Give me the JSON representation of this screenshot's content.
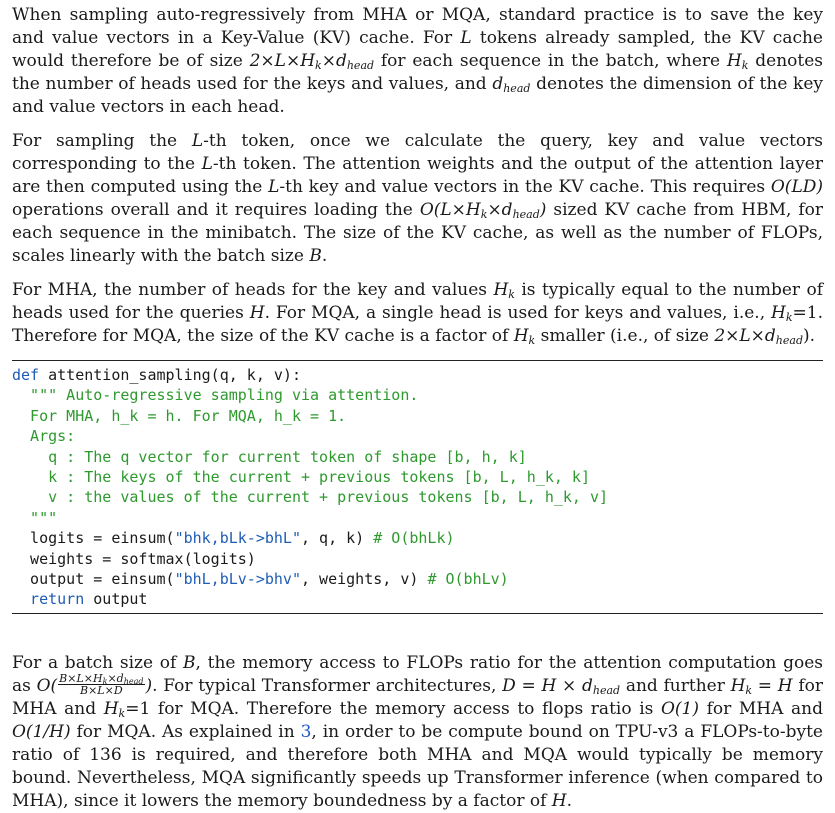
{
  "paragraphs": {
    "p1": {
      "a": "When sampling auto-regressively from MHA or MQA, standard practice is to save the key and value vectors in a Key-Value (KV) cache. For ",
      "L": "L",
      "b": " tokens already sampled, the KV cache would therefore be of size ",
      "size": "2×L×H",
      "size_sub1": "k",
      "size_x": "×d",
      "size_sub2": "head",
      "c": " for each sequence in the batch, where ",
      "Hk": "H",
      "Hk_sub": "k",
      "d": " denotes the number of heads used for the keys and values, and ",
      "dh": "d",
      "dh_sub": "head",
      "e": " denotes the dimension of the key and value vectors in each head."
    },
    "p2": {
      "a": "For sampling the ",
      "L1": "L",
      "b": "-th token, once we calculate the query, key and value vectors corresponding to the ",
      "L2": "L",
      "c": "-th token. The attention weights and the output of the attention layer are then computed using the ",
      "L3": "L",
      "d": "-th key and value vectors in the KV cache. This requires ",
      "ops": "O(LD)",
      "e": " operations overall and it requires loading the ",
      "cache": "O(L×H",
      "cache_sub1": "k",
      "cache_x": "×d",
      "cache_sub2": "head",
      "cache_close": ")",
      "f": " sized KV cache from HBM, for each sequence in the minibatch. The size of the KV cache, as well as the number of FLOPs, scales linearly with the batch size ",
      "B": "B",
      "g": "."
    },
    "p3": {
      "a": "For MHA, the number of heads for the key and values ",
      "Hk": "H",
      "Hk_sub": "k",
      "b": " is typically equal to the number of heads used for the queries ",
      "H": "H",
      "c": ". For MQA, a single head is used for keys and values, i.e., ",
      "Hk2": "H",
      "Hk2_sub": "k",
      "eq1": "=1",
      "d": ". Therefore for MQA, the size of the KV cache is a factor of ",
      "Hk3": "H",
      "Hk3_sub": "k",
      "e": " smaller (i.e., of size ",
      "size": "2×L×d",
      "size_sub": "head",
      "f": ")."
    },
    "p4": {
      "a": "For a batch size of ",
      "B": "B",
      "b": ", the memory access to FLOPs ratio for the attention computation goes as ",
      "O_open": "O(",
      "frac_num": "B×L×H",
      "frac_num_sub1": "k",
      "frac_num_x": "×d",
      "frac_num_sub2": "head",
      "frac_den": "B×L×D",
      "O_close": ")",
      "c": ". For typical Transformer architectures, ",
      "Deq": "D = H × d",
      "Deq_sub": "head",
      "d": " and further ",
      "Hk": "H",
      "Hk_sub": "k",
      "HkeqH": " = H",
      "e": " for MHA and ",
      "Hk2": "H",
      "Hk2_sub": "k",
      "eq1": "=1",
      "f": " for MQA. Therefore the memory access to flops ratio is ",
      "O1": "O(1)",
      "g": " for MHA and ",
      "OH": "O(1/H)",
      "h": " for MQA. As explained in ",
      "ref": "3",
      "i": ", in order to be compute bound on TPU-v3 a FLOPs-to-byte ratio of 136 is required, and therefore both MHA and MQA would typically be memory bound. Nevertheless, MQA significantly speeds up Transformer inference (when compared to MHA), since it lowers the memory boundedness by a factor of ",
      "H": "H",
      "j": "."
    }
  },
  "code": {
    "l1_kw": "def",
    "l1_rest": " attention_sampling(q, k, v):",
    "l2": "  \"\"\" Auto-regressive sampling via attention.",
    "l3": "  For MHA, h_k = h. For MQA, h_k = 1.",
    "l4": "  Args:",
    "l5": "    q : The q vector for current token of shape [b, h, k]",
    "l6": "    k : The keys of the current + previous tokens [b, L, h_k, k]",
    "l7": "    v : the values of the current + previous tokens [b, L, h_k, v]",
    "l8": "  \"\"\"",
    "l9_a": "  logits = einsum(",
    "l9_str": "\"bhk,bLk->bhL\"",
    "l9_b": ", q, k) ",
    "l9_cm": "# O(bhLk)",
    "l10": "  weights = softmax(logits)",
    "l11_a": "  output = einsum(",
    "l11_str": "\"bhL,bLv->bhv\"",
    "l11_b": ", weights, v) ",
    "l11_cm": "# O(bhLv)",
    "l12_kw": "  return",
    "l12_rest": " output"
  }
}
